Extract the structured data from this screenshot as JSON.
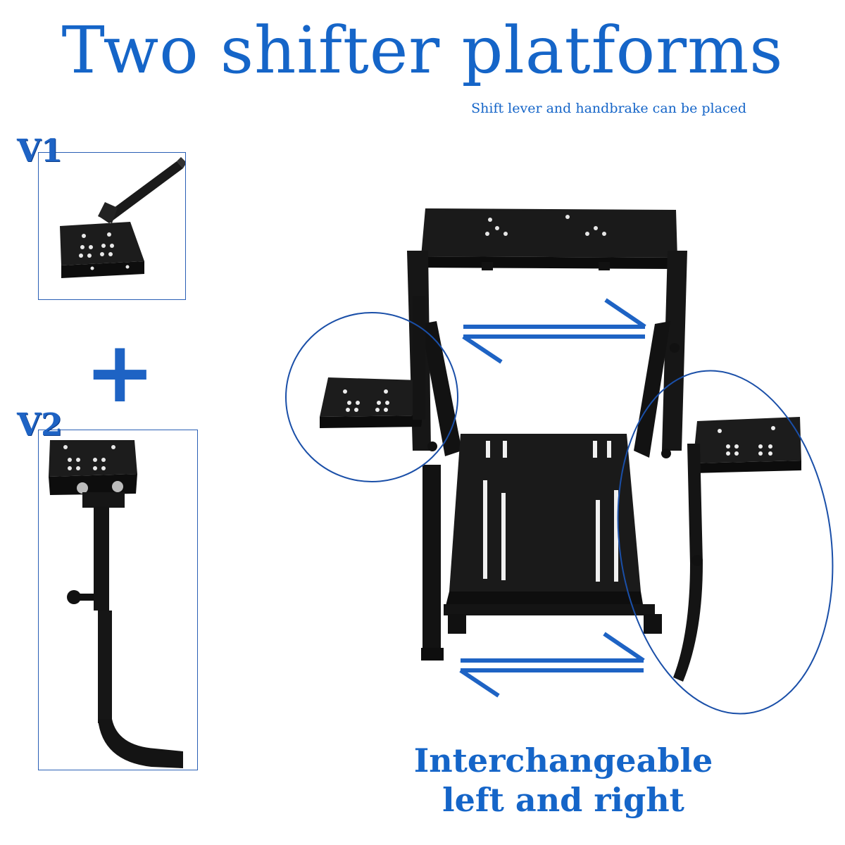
{
  "header": {
    "title": "Two shifter platforms",
    "subtitle": "Shift lever and handbrake can be placed"
  },
  "variants": {
    "v1_label": "V1",
    "v2_label": "V2",
    "plus_symbol": "+"
  },
  "caption": {
    "line1": "Interchangeable",
    "line2": "left and right"
  },
  "colors": {
    "accent": "#1565c8",
    "metal": "#141414"
  },
  "icons": [
    "double-arrow-icon",
    "plus-icon"
  ]
}
